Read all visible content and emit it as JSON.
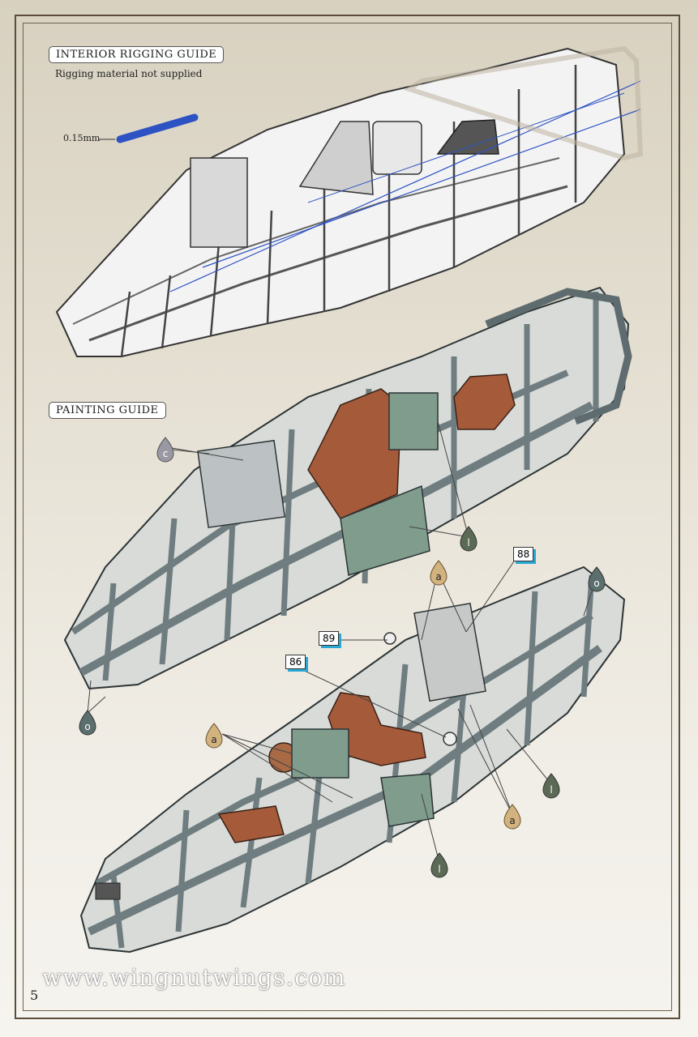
{
  "rigging": {
    "title": "INTERIOR RIGGING GUIDE",
    "subtitle": "Rigging material not supplied",
    "size": "0.15mm"
  },
  "painting": {
    "title": "PAINTING GUIDE",
    "drops": {
      "c": "c",
      "l": "l",
      "o": "o",
      "a": "a"
    },
    "parts": {
      "p88": "88",
      "p89": "89",
      "p86": "86"
    }
  },
  "footer": {
    "url": "www.wingnutwings.com",
    "page_number": "5"
  },
  "colors": {
    "frame": "#5a4e3a",
    "fuselage_gray": "#6f7d80",
    "seat_brown": "#a55a3a",
    "tank_green": "#7f9c8c",
    "rig_blue": "#2d52c4",
    "drop_c": "#9a98a3",
    "drop_l": "#5b6a55",
    "drop_o": "#5b6f6e",
    "drop_a": "#d2b27e",
    "part_shadow": "#29a8d4"
  }
}
